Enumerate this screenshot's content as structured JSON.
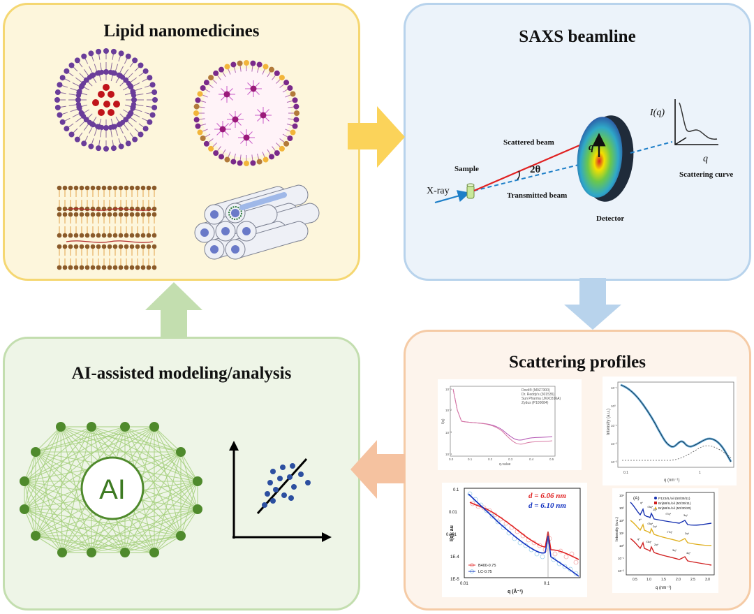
{
  "panels": {
    "lipid": {
      "title": "Lipid nanomedicines"
    },
    "saxs": {
      "title": "SAXS beamline",
      "xray": "X-ray",
      "sample": "Sample",
      "scattered": "Scattered beam",
      "transmitted": "Transmitted beam",
      "angle": "2θ",
      "qvec": "q",
      "detector": "Detector",
      "iq": "I(q)",
      "qaxis": "q",
      "curve": "Scattering curve"
    },
    "scattering": {
      "title": "Scattering profiles",
      "p1": {
        "xlabel": "q-value",
        "ylabel": "I(q)",
        "legend": [
          "Doxil® (M0Z7300)",
          "Dr. Reddy's (301535)",
          "Sun Pharma (JKX0316A)",
          "Zydus (P100084)"
        ],
        "xticks": [
          "0.0",
          "0.1",
          "0.2",
          "0.3",
          "0.4",
          "0.5"
        ],
        "yticks": [
          "10⁻¹",
          "10⁻²",
          "10⁻³",
          "10⁻⁴"
        ]
      },
      "p2": {
        "xlabel": "q (nm⁻¹)",
        "ylabel": "Intensity (a.u.)",
        "xticks": [
          "0.1",
          "1"
        ],
        "yticks": [
          "10⁻¹",
          "10⁰",
          "10⁻¹",
          "10⁻²",
          "10⁻³"
        ]
      },
      "p3": {
        "d1": "d = 6.06 nm",
        "d2": "d = 6.10 nm",
        "ylabel": "I(q), au",
        "xlabel": "q (Å⁻¹)",
        "yticks": [
          "0.1",
          "0.01",
          "0.001",
          "1E-4",
          "1E-5"
        ],
        "xticks": [
          "0.01",
          "0.1"
        ],
        "legend": [
          "B400-0.75",
          "LC-0.75"
        ]
      },
      "p4": {
        "label": "(A)",
        "legend": [
          "P123/IL/oil (50/39/11)",
          "Brij58/IL/oil (50/39/11)",
          "Brij58/IL/oil (50/30/20)"
        ],
        "xlabel": "q (nm⁻¹)",
        "ylabel": "Intensity (a.u.)",
        "xticks": [
          "0.5",
          "1.0",
          "1.5",
          "2.0",
          "2.5",
          "3.0"
        ],
        "yticks": [
          "10⁴",
          "10³",
          "10²",
          "10¹",
          "10⁰",
          "10⁻¹",
          "10⁻²"
        ],
        "peaks": [
          "q*",
          "√3q*",
          "2q*",
          "√7q*",
          "3q*",
          "q*",
          "√3q*",
          "2q*",
          "√7q*",
          "3q*",
          "q*",
          "√3q*",
          "2q*",
          "3q*",
          "4q*"
        ]
      }
    },
    "ai": {
      "title": "AI-assisted modeling/analysis",
      "center": "AI"
    }
  },
  "colors": {
    "lipid_bg": "#fdf6dc",
    "lipid_border": "#f5d772",
    "saxs_bg": "#ecf3fa",
    "saxs_border": "#b8d3ec",
    "scat_bg": "#fdf4ec",
    "scat_border": "#f5cba6",
    "ai_bg": "#eef5e7",
    "ai_border": "#c3deaf",
    "arrow_yellow": "#fbd35a",
    "arrow_blue": "#b8d3ec",
    "arrow_orange": "#f5c2a0",
    "arrow_green": "#c3deaf",
    "node_green": "#4f8a2c"
  }
}
